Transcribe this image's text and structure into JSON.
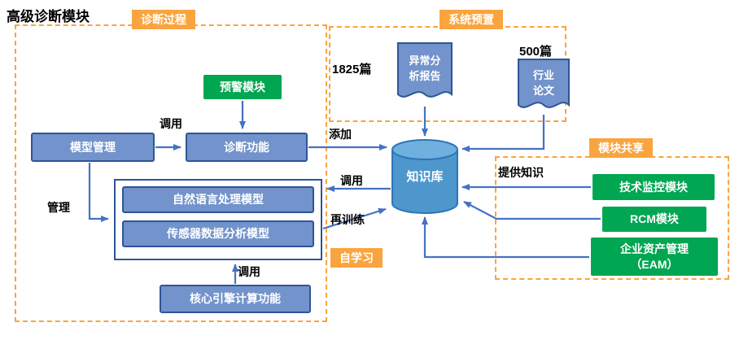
{
  "title": "高级诊断模块",
  "colors": {
    "accent_orange": "#F9A43F",
    "node_blue": "#7293CB",
    "node_blue_border": "#2F5597",
    "node_green": "#00A651",
    "cylinder_blue": "#4E97CD",
    "arrow_blue": "#4472C4"
  },
  "tags": {
    "process": "诊断过程",
    "preset": "系统预置",
    "share": "模块共享",
    "self_learning": "自学习"
  },
  "process": {
    "warning": "预警模块",
    "model_mgmt": "模型管理",
    "diagnosis": "诊断功能",
    "nlp": "自然语言处理模型",
    "sensor": "传感器数据分析模型",
    "core": "核心引擎计算功能"
  },
  "preset": {
    "report_count": "1825篇",
    "report_doc": {
      "line1": "异常分",
      "line2": "析报告"
    },
    "paper_count": "500篇",
    "paper_doc": {
      "line1": "行业",
      "line2": "论文"
    }
  },
  "knowledge_base": "知识库",
  "share": {
    "provide_label": "提供知识",
    "tech_monitor": "技术监控模块",
    "rcm": "RCM模块",
    "eam": {
      "line1": "企业资产管理",
      "line2": "（EAM）"
    }
  },
  "edge_labels": {
    "invoke_model": "调用",
    "manage": "管理",
    "invoke_core": "调用",
    "add": "添加",
    "invoke_kb": "调用",
    "retrain": "再训练"
  }
}
